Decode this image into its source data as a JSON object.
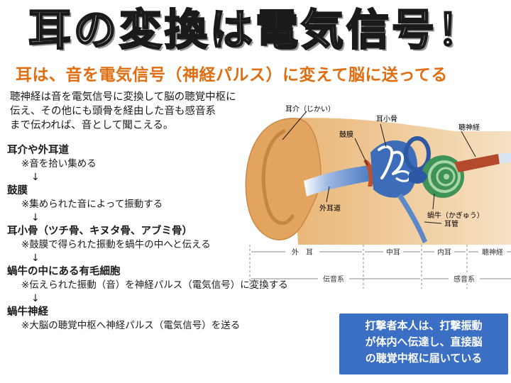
{
  "title": "耳の変換は電気信号！",
  "subtitle": "耳は、音を電気信号（神経パルス）に変えて脳に送ってる",
  "intro": [
    "聴神経は音を電気信号に変換して脳の聴覚中枢に",
    "伝え、その他にも頭骨を経由した音も感音系",
    "まで伝われば、音として聞こえる。"
  ],
  "steps": [
    {
      "heading": "耳介や外耳道",
      "detail": "※音を拾い集める",
      "arrow": "↓"
    },
    {
      "heading": "鼓膜",
      "detail": "※集められた音によって振動する",
      "arrow": "↓"
    },
    {
      "heading": "耳小骨（ツチ骨、キヌタ骨、アブミ骨）",
      "detail": "※鼓膜で得られた振動を蝸牛の中へと伝える",
      "arrow": "↓"
    },
    {
      "heading": "蝸牛の中にある有毛細胞",
      "detail": "※伝えられた振動（音）を神経パルス（電気信号）に変換する",
      "arrow": "↓"
    },
    {
      "heading": "蝸牛神経",
      "detail": "※大脳の聴覚中枢へ神経パルス（電気信号）を送る",
      "arrow": ""
    }
  ],
  "diagram": {
    "labels": {
      "auricle": "耳介（じかい）",
      "ossicles": "耳小骨",
      "eardrum": "鼓膜",
      "auditory_nerve": "聴神経",
      "ear_canal": "外耳道",
      "cochlea": "蝸牛（かぎゅう）",
      "eustachian": "耳管"
    },
    "sections": {
      "outer": "外　耳",
      "middle": "中耳",
      "inner": "内耳",
      "nerve": "聴神経",
      "conductive": "伝音系",
      "sensorineural": "感音系"
    }
  },
  "witness_box": [
    "打撃者本人は、打撃振動",
    "が体内へ伝達し、直接脳",
    "の聴覚中枢に届いている"
  ],
  "colors": {
    "title_fill": "#ffffff",
    "subtitle": "#e06d10",
    "skin": "#e8b77a",
    "canal": "#5b88c9",
    "cochlea": "#4a9a5a",
    "nerve": "#b2492c",
    "box": "#3a6fc4"
  }
}
